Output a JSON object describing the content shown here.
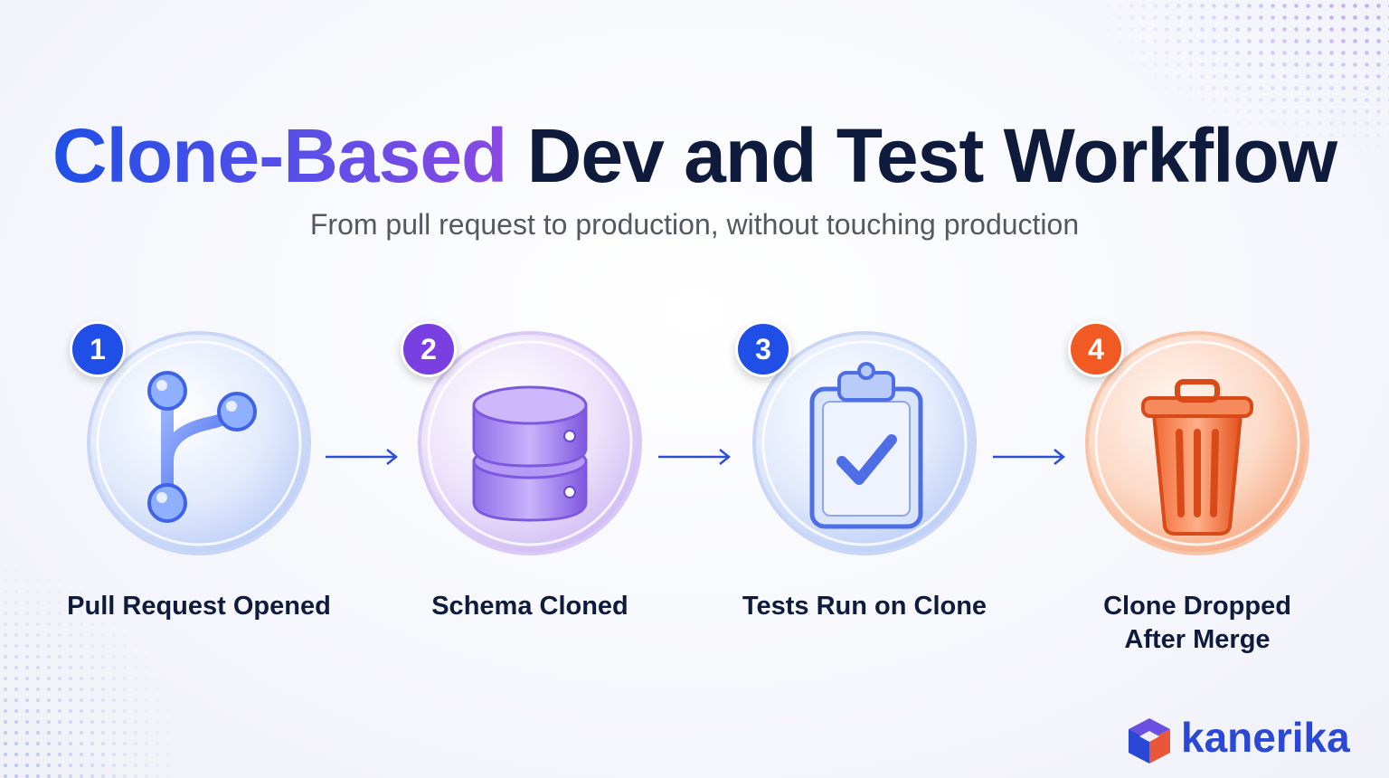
{
  "title": {
    "part1": "Clone-Based",
    "part2": " Dev and Test Workflow"
  },
  "subtitle": "From pull request to production, without touching production",
  "colors": {
    "title_dark": "#0f1b3d",
    "blue_accent": "#1f4fe6",
    "purple_accent": "#7a3fe0",
    "orange_accent": "#f15a22",
    "arrow": "#2d4fd8"
  },
  "steps": [
    {
      "number": "1",
      "label": "Pull Request Opened",
      "icon": "git-branch-icon",
      "badge_color": "#1f4fe6"
    },
    {
      "number": "2",
      "label": "Schema Cloned",
      "icon": "database-icon",
      "badge_color": "#7a3fe0"
    },
    {
      "number": "3",
      "label": "Tests Run on Clone",
      "icon": "clipboard-check-icon",
      "badge_color": "#1f4fe6"
    },
    {
      "number": "4",
      "label": "Clone Dropped\nAfter Merge",
      "icon": "trash-can-icon",
      "badge_color": "#f15a22"
    }
  ],
  "logo": {
    "text": "kanerika",
    "icon": "cube-logo-icon"
  }
}
